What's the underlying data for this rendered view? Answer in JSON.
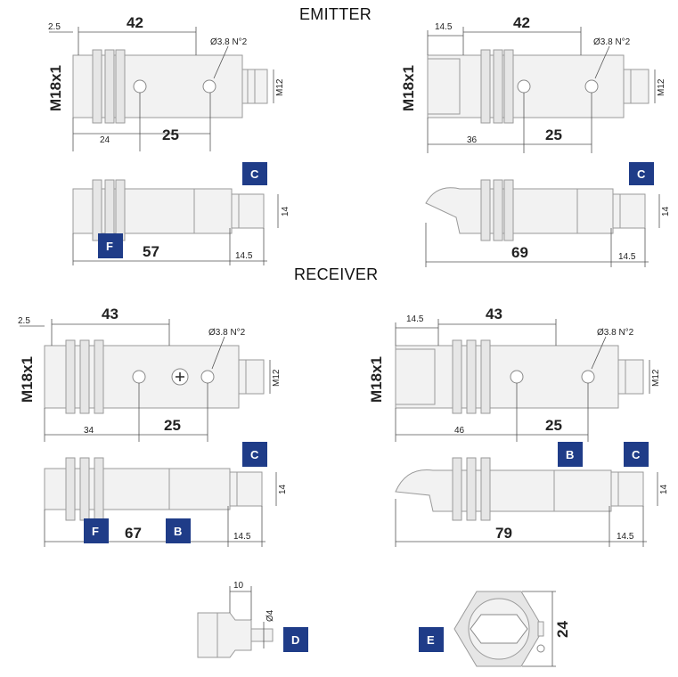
{
  "sections": {
    "emitter": "EMITTER",
    "receiver": "RECEIVER"
  },
  "labels": {
    "thread": "M18x1",
    "connector": "M12",
    "hole_spec": "Ø3.8 N°2",
    "hex_14": "14",
    "pin_d": "Ø4"
  },
  "dims": {
    "d2_5": "2.5",
    "d42": "42",
    "d43": "43",
    "d24": "24",
    "d25": "25",
    "d36": "36",
    "d34": "34",
    "d46": "46",
    "d57": "57",
    "d69": "69",
    "d67": "67",
    "d79": "79",
    "d14_5": "14.5",
    "d10": "10",
    "d24_nut": "24"
  },
  "badges": {
    "B": "B",
    "C": "C",
    "D": "D",
    "E": "E",
    "F": "F"
  },
  "colors": {
    "badge": "#1f3c88",
    "outline": "#9a9a9a",
    "text": "#222222"
  }
}
